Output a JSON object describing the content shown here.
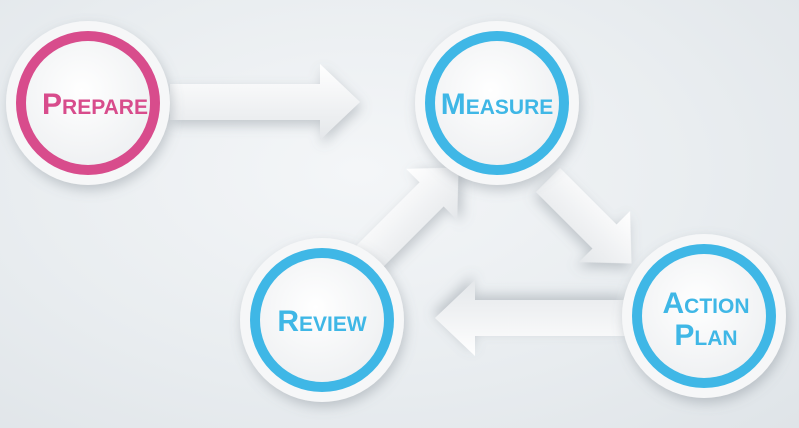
{
  "steps": {
    "prepare": {
      "label": "Prepare",
      "color": "#d84c8c"
    },
    "measure": {
      "label": "Measure",
      "color": "#3fb7e6"
    },
    "action_plan": {
      "line1": "Action",
      "line2": "Plan",
      "color": "#3fb7e6"
    },
    "review": {
      "label": "Review",
      "color": "#3fb7e6"
    }
  },
  "arrows": [
    {
      "from": "Prepare",
      "to": "Measure"
    },
    {
      "from": "Measure",
      "to": "Action Plan"
    },
    {
      "from": "Action Plan",
      "to": "Review"
    },
    {
      "from": "Review",
      "to": "Measure"
    }
  ],
  "colors": {
    "arrow_fill": "#f3f4f6",
    "disc_fill": "#fafbfc"
  }
}
